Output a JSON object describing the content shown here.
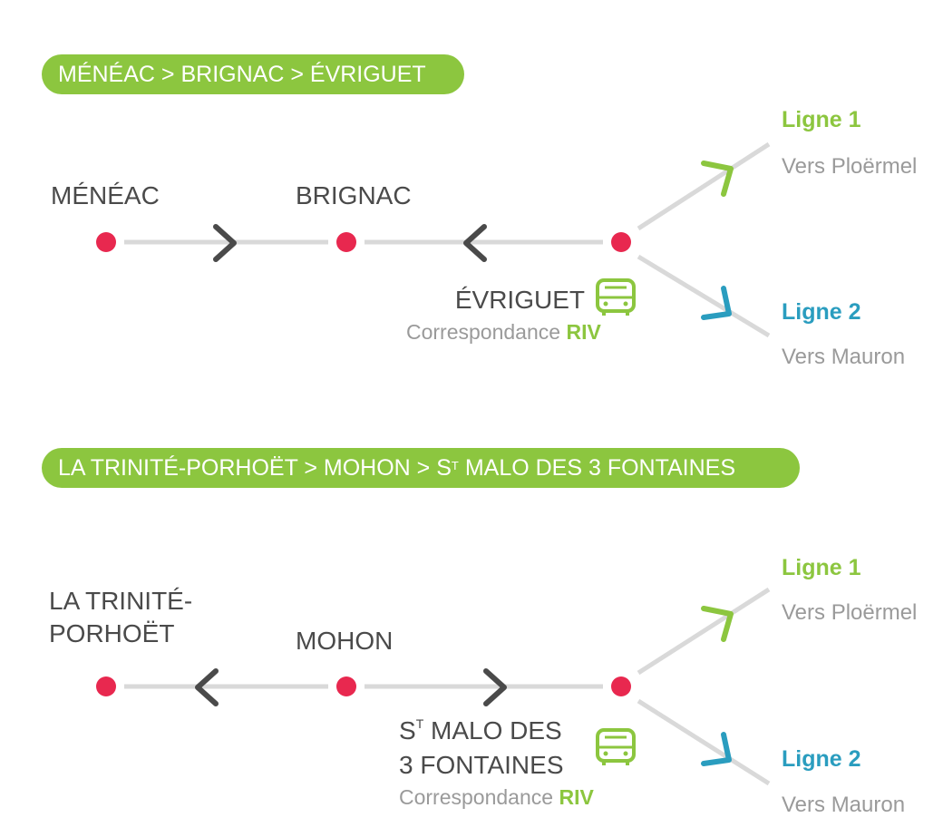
{
  "route1": {
    "banner": {
      "part1": "MÉNÉAC",
      "sep1": " > ",
      "part2": "BRIGNAC",
      "sep2": " > ",
      "part3": "ÉVRIGUET"
    },
    "stops": [
      "MÉNÉAC",
      "BRIGNAC"
    ],
    "terminus": {
      "lines": [
        "ÉVRIGUET"
      ],
      "correspondance": "Correspondance",
      "network": "RIV"
    },
    "branches": [
      {
        "line": "Ligne 1",
        "direction": "Vers Ploërmel",
        "color": "#8cc63f"
      },
      {
        "line": "Ligne 2",
        "direction": "Vers Mauron",
        "color": "#2a9dbf"
      }
    ]
  },
  "route2": {
    "banner": {
      "part1": "LA TRINITÉ-PORHOËT",
      "sep1": "  > ",
      "part2": "MOHON",
      "sep2": " > ",
      "part3_prefix": "S",
      "part3_sup": "T",
      "part3_rest": " MALO DES 3 FONTAINES"
    },
    "stops": [
      "LA TRINITÉ-",
      "PORHOËT",
      "MOHON"
    ],
    "terminus": {
      "prefix": "S",
      "sup": "T",
      "line1_rest": " MALO DES",
      "line2": "3 FONTAINES",
      "correspondance": "Correspondance",
      "network": "RIV"
    },
    "branches": [
      {
        "line": "Ligne 1",
        "direction": "Vers Ploërmel",
        "color": "#8cc63f"
      },
      {
        "line": "Ligne 2",
        "direction": "Vers Mauron",
        "color": "#2a9dbf"
      }
    ]
  },
  "colors": {
    "stop": "#e8284f",
    "track": "#d9d9d9",
    "chevron": "#4a4a4a",
    "text": "#4a4a4a",
    "muted": "#9a9a9a",
    "green": "#8cc63f",
    "blue": "#2a9dbf"
  },
  "icons": {
    "stop": "stop-dot-icon",
    "bus": "bus-icon",
    "direction": "chevron-icon"
  }
}
